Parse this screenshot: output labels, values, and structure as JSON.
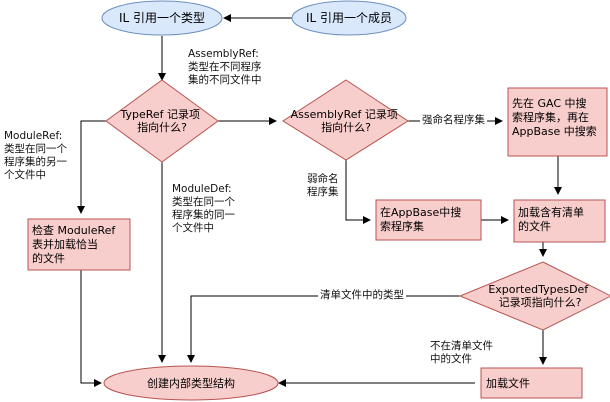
{
  "nodes": {
    "member_ref": "IL 引用一个成员",
    "type_ref": "IL 引用一个类型",
    "typeref_decision": [
      "TypeRef 记录项",
      "指向什么?"
    ],
    "assemblyref_decision": [
      "AssemblyRef 记录项",
      "指向什么?"
    ],
    "gac_search": [
      "先在 GAC 中搜",
      "索程序集，再在",
      "AppBase 中搜索"
    ],
    "appbase_search": [
      "在AppBase中搜",
      "索程序集"
    ],
    "load_manifest": [
      "加载含有清单",
      "的文件"
    ],
    "check_moduleref": [
      "检查 ModuleRef",
      "表并加载恰当",
      "的文件"
    ],
    "exportedtypes_decision": [
      "ExportedTypesDef",
      "记录项指向什么?"
    ],
    "load_file": "加载文件",
    "create_type": "创建内部类型结构"
  },
  "edge_labels": {
    "assemblyref": [
      "AssemblyRef:",
      "类型在不同程序",
      "集的不同文件中"
    ],
    "moduleref": [
      "ModuleRef:",
      "类型在同一个",
      "程序集的另一",
      "个文件中"
    ],
    "moduledef": [
      "ModuleDef:",
      "类型在同一个",
      "程序集的同一",
      "个文件中"
    ],
    "strong_name": "强命名程序集",
    "weak_name": [
      "弱命名",
      "程序集"
    ],
    "manifest_type": "清单文件中的类型",
    "not_in_manifest": [
      "不在清单文件",
      "中的文件"
    ]
  },
  "colors": {
    "ellipse_fill": "#dae8fc",
    "ellipse_stroke": "#6c8ebf",
    "node_fill": "#f8cecc",
    "node_stroke": "#b85450",
    "edge": "#000000"
  }
}
